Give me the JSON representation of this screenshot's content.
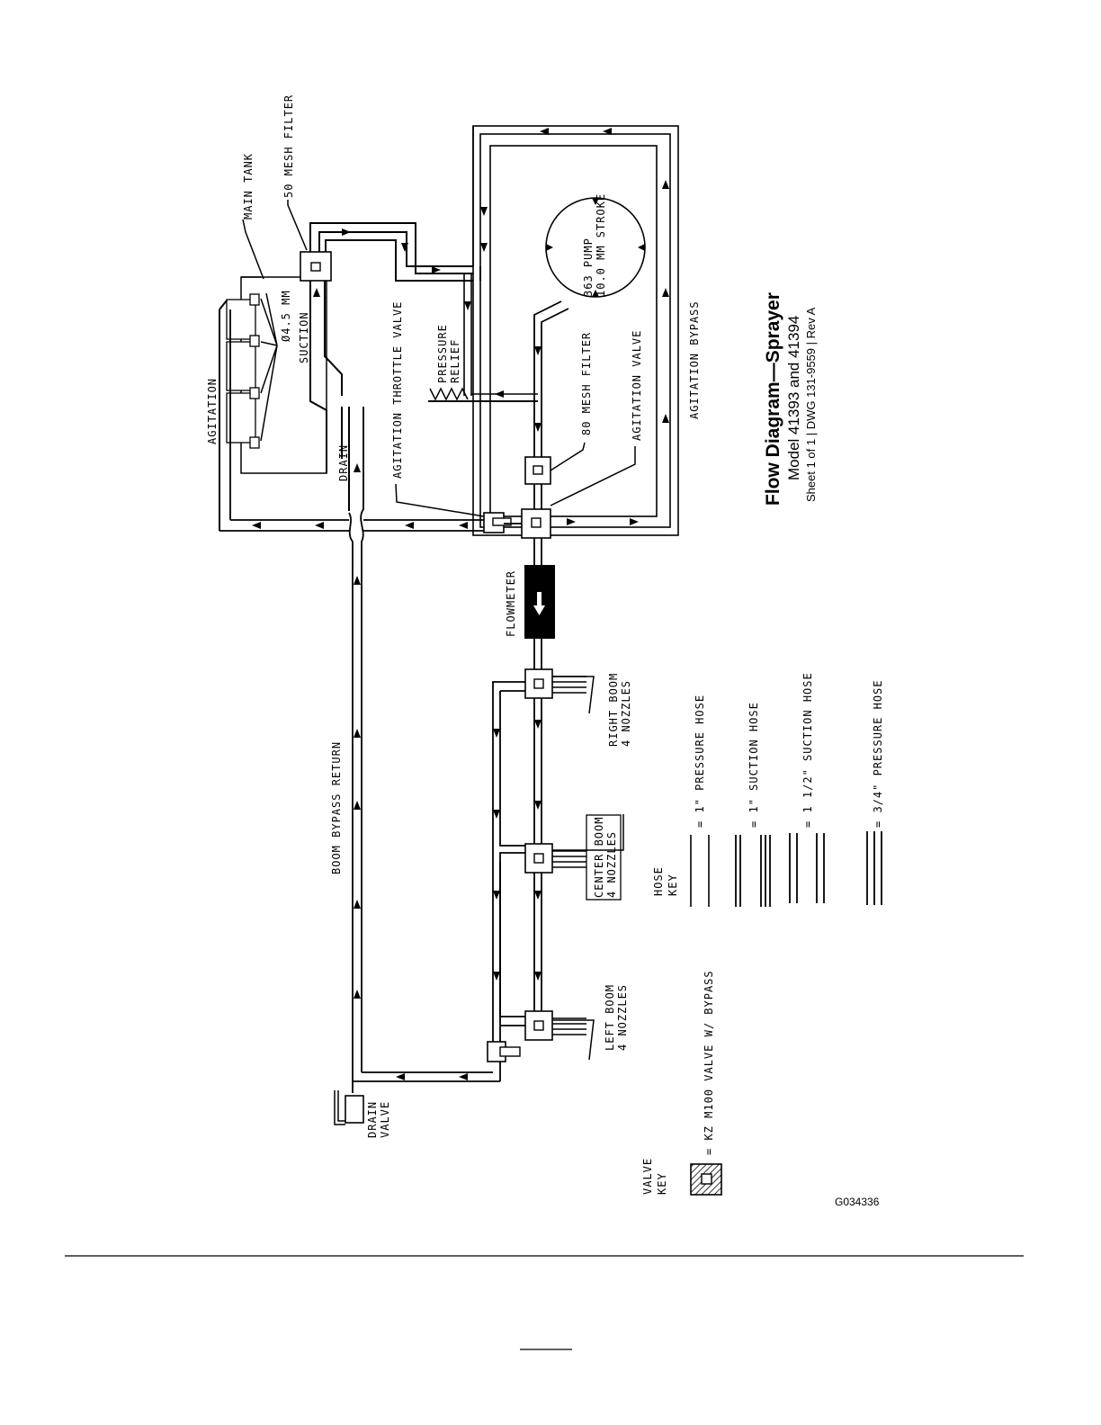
{
  "title": {
    "main": "Flow Diagram—Sprayer",
    "model": "Model  41393 and 41394",
    "sheet": "Sheet 1 of 1 | DWG 131-9559 | Rev A"
  },
  "figure_id": "G034336",
  "labels": {
    "main_tank": "MAIN TANK",
    "mesh50": "50 MESH FILTER",
    "orifice": "Ø4.5 MM",
    "suction": "SUCTION",
    "agitation": "AGITATION",
    "drain": "DRAIN",
    "throttle": "AGITATION THROTTLE VALVE",
    "pressure_relief_1": "PRESSURE",
    "pressure_relief_2": "RELIEF",
    "pump_1": "363 PUMP",
    "pump_2": "10.0 MM STROKE",
    "mesh80": "80 MESH FILTER",
    "agitation_valve": "AGITATION VALVE",
    "agitation_bypass": "AGITATION BYPASS",
    "flowmeter": "FLOWMETER",
    "boom_bypass_return": "BOOM BYPASS RETURN",
    "right_boom_1": "RIGHT BOOM",
    "right_boom_2": "4 NOZZLES",
    "center_boom_1": "CENTER BOOM",
    "center_boom_2": "4 NOZZLES",
    "left_boom_1": "LEFT BOOM",
    "left_boom_2": "4 NOZZLES",
    "drain_valve_1": "DRAIN",
    "drain_valve_2": "VALVE"
  },
  "hose_key": {
    "title_1": "HOSE",
    "title_2": "KEY",
    "items": [
      {
        "label": "= 1\" PRESSURE HOSE"
      },
      {
        "label": "= 1\" SUCTION HOSE"
      },
      {
        "label": "= 1 1/2\" SUCTION HOSE"
      },
      {
        "label": "= 3/4\" PRESSURE HOSE"
      }
    ]
  },
  "valve_key": {
    "title_1": "VALVE",
    "title_2": "KEY",
    "label": "= KZ M100 VALVE W/ BYPASS"
  }
}
